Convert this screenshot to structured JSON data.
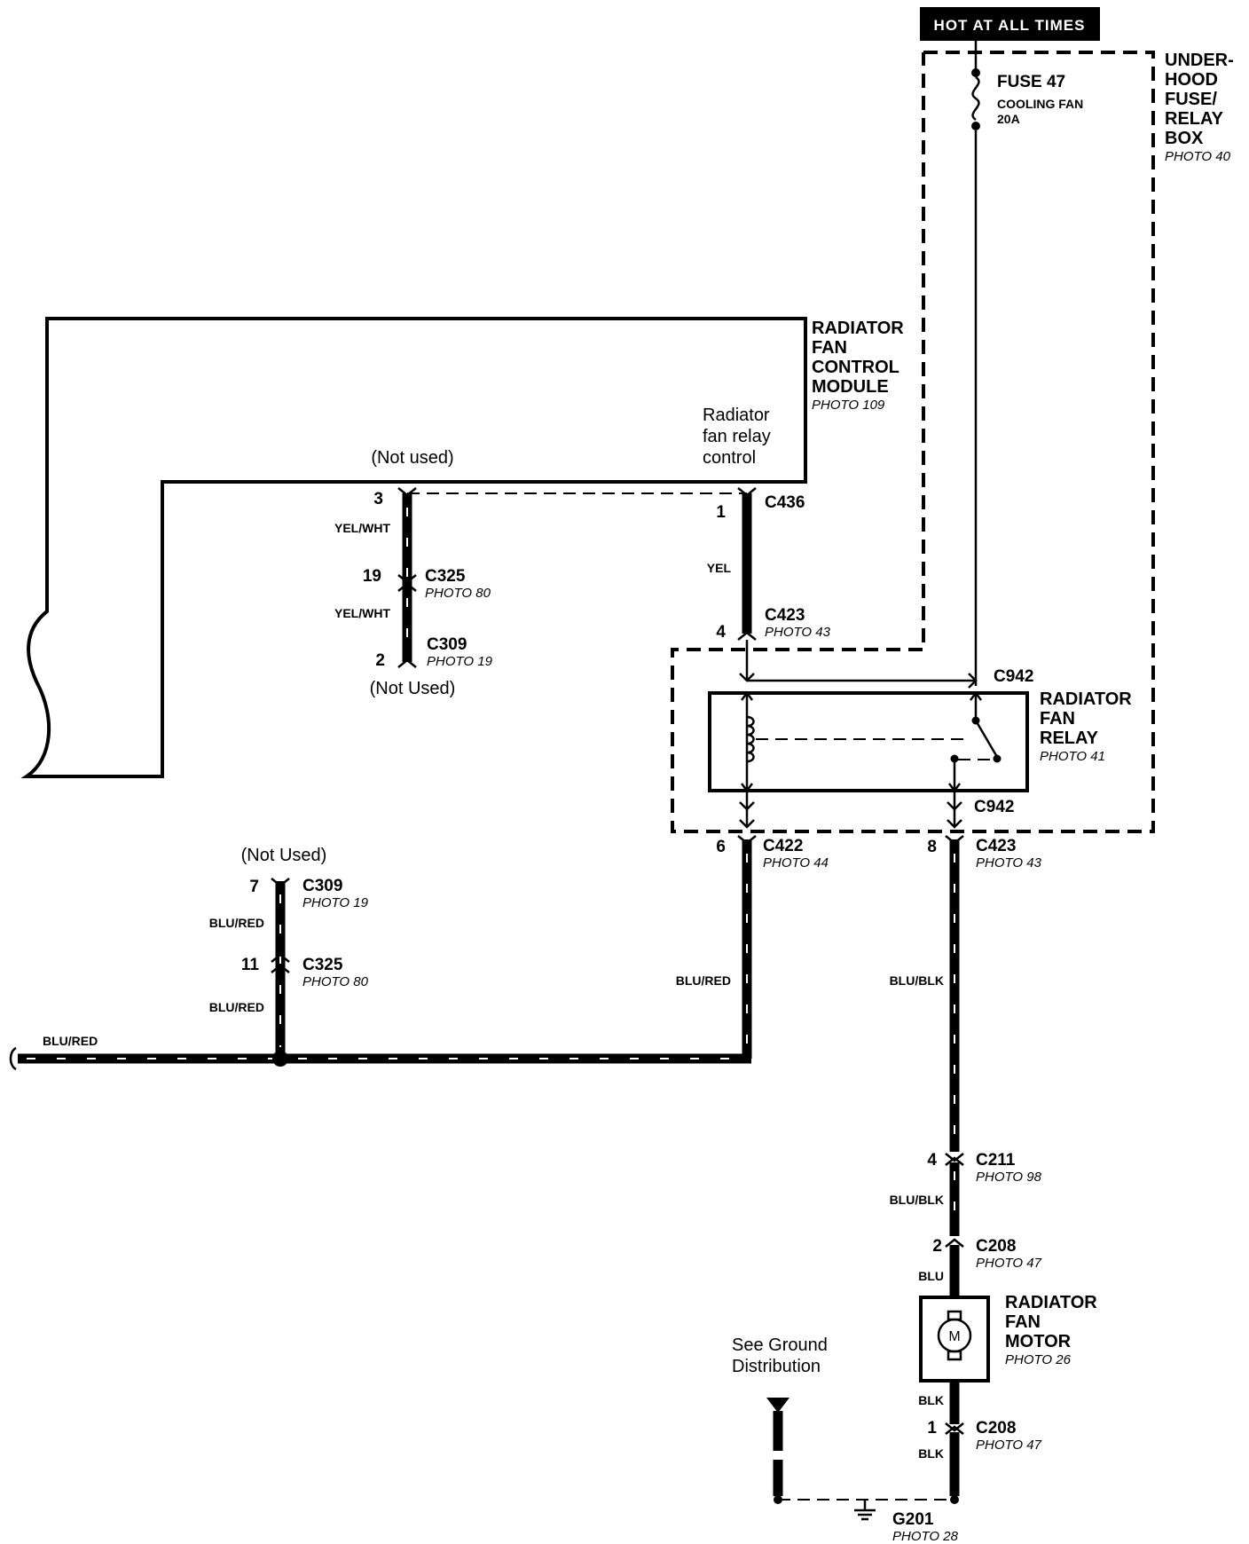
{
  "power": {
    "hot_label": "HOT AT ALL TIMES"
  },
  "fusebox": {
    "name_lines": [
      "UNDER-",
      "HOOD",
      "FUSE/",
      "RELAY",
      "BOX"
    ],
    "photo": "PHOTO 40",
    "fuse_name": "FUSE 47",
    "fuse_desc": "COOLING FAN",
    "fuse_rating": "20A"
  },
  "module": {
    "name_lines": [
      "RADIATOR",
      "FAN",
      "CONTROL",
      "MODULE"
    ],
    "photo": "PHOTO 109",
    "pin_desc_lines": [
      "Radiator",
      "fan relay",
      "control"
    ],
    "not_used_a": "(Not used)",
    "not_used_b": "(Not Used)",
    "not_used_c": "(Not Used)"
  },
  "relay": {
    "name_lines": [
      "RADIATOR",
      "FAN",
      "RELAY"
    ],
    "photo": "PHOTO 41",
    "conn_top": "C942",
    "conn_bottom": "C942"
  },
  "motor": {
    "name_lines": [
      "RADIATOR",
      "FAN",
      "MOTOR"
    ],
    "photo": "PHOTO 26",
    "symbol": "M"
  },
  "ground": {
    "name": "G201",
    "photo": "PHOTO 28",
    "note_lines": [
      "See Ground",
      "Distribution"
    ]
  },
  "connectors": [
    {
      "pin": "3",
      "name": "",
      "photo": ""
    },
    {
      "pin": "19",
      "name": "C325",
      "photo": "PHOTO 80"
    },
    {
      "pin": "2",
      "name": "C309",
      "photo": "PHOTO 19"
    },
    {
      "pin": "1",
      "name": "C436",
      "photo": ""
    },
    {
      "pin": "4",
      "name": "C423",
      "photo": "PHOTO 43"
    },
    {
      "pin": "6",
      "name": "C422",
      "photo": "PHOTO 44"
    },
    {
      "pin": "8",
      "name": "C423",
      "photo": "PHOTO 43"
    },
    {
      "pin": "7",
      "name": "C309",
      "photo": "PHOTO 19"
    },
    {
      "pin": "11",
      "name": "C325",
      "photo": "PHOTO 80"
    },
    {
      "pin": "4",
      "name": "C211",
      "photo": "PHOTO 98"
    },
    {
      "pin": "2",
      "name": "C208",
      "photo": "PHOTO 47"
    },
    {
      "pin": "1",
      "name": "C208",
      "photo": "PHOTO 47"
    }
  ],
  "wire_colors": {
    "yel_wht_a": "YEL/WHT",
    "yel_wht_b": "YEL/WHT",
    "yel": "YEL",
    "blu_red_a": "BLU/RED",
    "blu_red_b": "BLU/RED",
    "blu_red_c": "BLU/RED",
    "blu_red_main": "BLU/RED",
    "blu_blk_a": "BLU/BLK",
    "blu_blk_b": "BLU/BLK",
    "blu": "BLU",
    "blk_a": "BLK",
    "blk_b": "BLK"
  }
}
